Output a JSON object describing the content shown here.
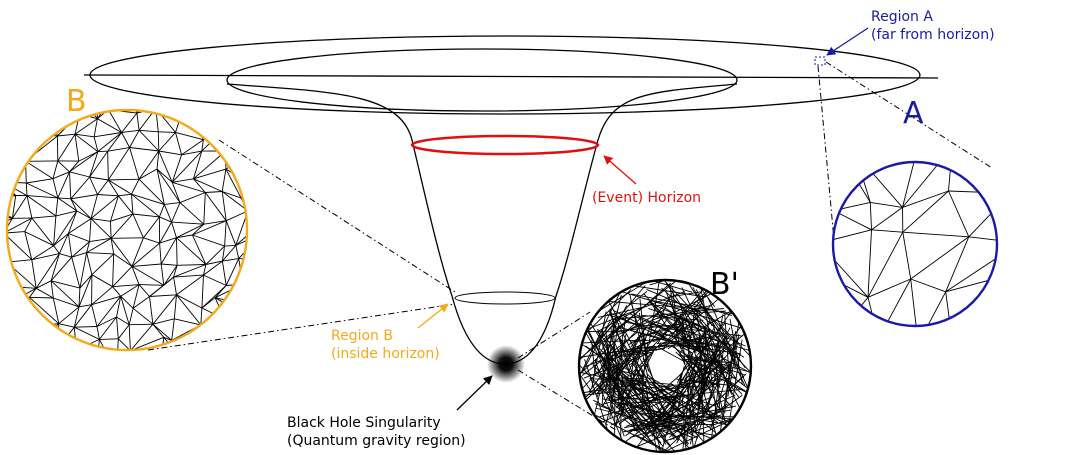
{
  "colors": {
    "region_a": "#1a1aa6",
    "region_b": "#f2aa1a",
    "horizon": "#e01010",
    "line": "#000000"
  },
  "labels": {
    "region_a": "Region A",
    "region_a_note": "(far from horizon)",
    "letter_a": "A",
    "letter_b": "B",
    "letter_b_prime": "B'",
    "horizon": "(Event) Horizon",
    "region_b": "Region B",
    "region_b_note": "(inside horizon)",
    "singularity": "Black Hole Singularity",
    "singularity_note": "(Quantum gravity region)"
  }
}
